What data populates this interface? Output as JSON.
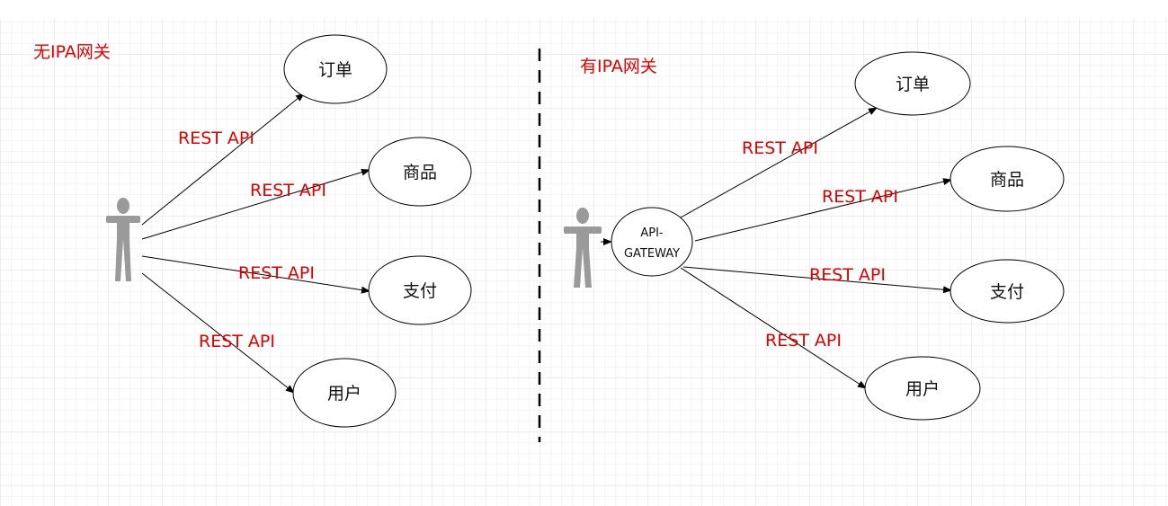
{
  "left_panel": {
    "heading": "无IPA网关",
    "services": [
      {
        "id": "order",
        "label": "订单"
      },
      {
        "id": "goods",
        "label": "商品"
      },
      {
        "id": "pay",
        "label": "支付"
      },
      {
        "id": "user",
        "label": "用户"
      }
    ],
    "edges": [
      {
        "to": "order",
        "label": "REST API"
      },
      {
        "to": "goods",
        "label": "REST API"
      },
      {
        "to": "pay",
        "label": "REST API"
      },
      {
        "to": "user",
        "label": "REST API"
      }
    ]
  },
  "right_panel": {
    "heading": "有IPA网关",
    "gateway": {
      "line1": "API-",
      "line2": "GATEWAY"
    },
    "services": [
      {
        "id": "order",
        "label": "订单"
      },
      {
        "id": "goods",
        "label": "商品"
      },
      {
        "id": "pay",
        "label": "支付"
      },
      {
        "id": "user",
        "label": "用户"
      }
    ],
    "edges": [
      {
        "to": "order",
        "label": "REST API"
      },
      {
        "to": "goods",
        "label": "REST API"
      },
      {
        "to": "pay",
        "label": "REST API"
      },
      {
        "to": "user",
        "label": "REST API"
      }
    ]
  },
  "colors": {
    "label_red": "#e00000",
    "actor_gray": "#9a9a9a",
    "grid_line": "#e3e3e3"
  }
}
